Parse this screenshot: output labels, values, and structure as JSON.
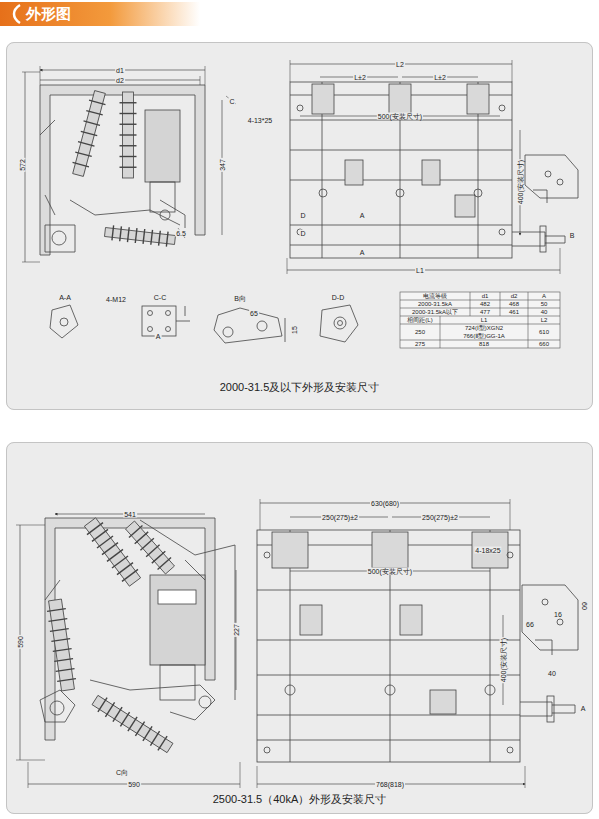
{
  "diagram": {
    "nodes": [
      {
        "text": [
          "外形图"
        ]
      },
      {
        "text": [
          "2000-31.5及以下外形及安装尺寸"
        ]
      },
      {
        "text": [
          "2500-31.5（40kA）外形及安装尺寸"
        ]
      }
    ],
    "labels": [
      "d1",
      "d2",
      "572",
      "C",
      "347",
      "6.5",
      "L2",
      "L±2",
      "L±2",
      "4-13*25",
      "500(安装尺寸)",
      "400(安装尺寸)",
      "D",
      "D",
      "A",
      "A",
      "B",
      "L1",
      "A-A",
      "4-M12",
      "C-C",
      "A",
      "B向",
      "65",
      "15",
      "D-D",
      "电流等级",
      "d1",
      "d2",
      "A",
      "2000-31.5kA",
      "482",
      "468",
      "50",
      "2000-31.5kA以下",
      "477",
      "461",
      "40",
      "相间距(L)",
      "L1",
      "L2",
      "250",
      "724(Ⅰ型)XGN2",
      "610",
      "766(Ⅱ型)GG-1A",
      "275",
      "818",
      "660",
      "541",
      "590",
      "227",
      "C向",
      "590",
      "630(680)",
      "250(275)±2",
      "250(275)±2",
      "4-18x25",
      "500(安装尺寸)",
      "400(安装尺寸)",
      "60",
      "66",
      "16",
      "40",
      "A",
      "768(818)"
    ]
  }
}
